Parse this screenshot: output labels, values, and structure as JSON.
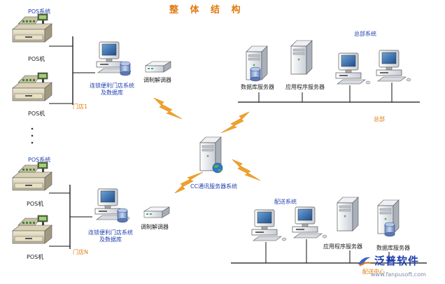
{
  "title": "整 体 结 构",
  "store1": {
    "pos_system": "POS系统",
    "pos_terminal": "POS机",
    "store_system_line1": "连锁便利门店系统",
    "store_system_line2": "及数据库",
    "modem": "调制解调器",
    "store_label": "门店1"
  },
  "storeN": {
    "pos_system": "POS系统",
    "pos_terminal": "POS机",
    "store_system_line1": "连锁便利门店系统",
    "store_system_line2": "及数据库",
    "modem": "调制解调器",
    "store_label": "门店N"
  },
  "center": {
    "server_label": "CC通讯服务器系统"
  },
  "hq": {
    "system_label": "总部系统",
    "db_server": "数据库服务器",
    "app_server": "应用程序服务器",
    "site_label": "总部"
  },
  "dc": {
    "system_label": "配送系统",
    "app_server": "应用程序服务器",
    "db_server": "数据库服务器",
    "site_label": "配送中心"
  },
  "brand": {
    "name": "泛普软件",
    "url": "www.fanpusoft.com"
  },
  "colors": {
    "label_blue": "#1f3fae",
    "label_orange": "#e07a10",
    "lightning": "#f2a12a",
    "network_line": "#111111"
  }
}
